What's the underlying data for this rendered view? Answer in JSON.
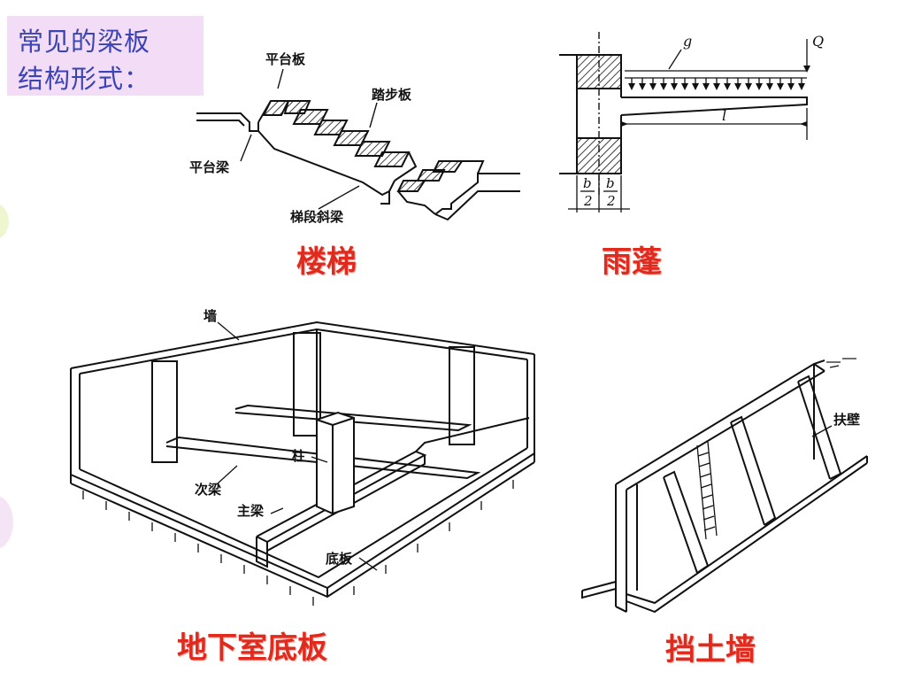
{
  "title": {
    "line1": "常见的梁板",
    "line2": "结构形式："
  },
  "panels": {
    "stairs": {
      "caption": "楼梯",
      "platform_slab": "平台板",
      "tread_slab": "踏步板",
      "platform_beam": "平台梁",
      "stringer_beam": "梯段斜梁"
    },
    "canopy": {
      "caption": "雨蓬",
      "g": "g",
      "Q": "Q",
      "l": "l",
      "b": "b",
      "two": "2"
    },
    "basement": {
      "caption": "地下室底板",
      "wall": "墙",
      "column": "柱",
      "secondary_beam": "次梁",
      "main_beam": "主梁",
      "base_slab": "底板"
    },
    "retaining": {
      "caption": "挡土墙",
      "buttress": "扶壁"
    }
  },
  "colors": {
    "caption": "#e02a1e",
    "title_text": "#3a44b4",
    "title_bg": "#f3dcf6"
  }
}
